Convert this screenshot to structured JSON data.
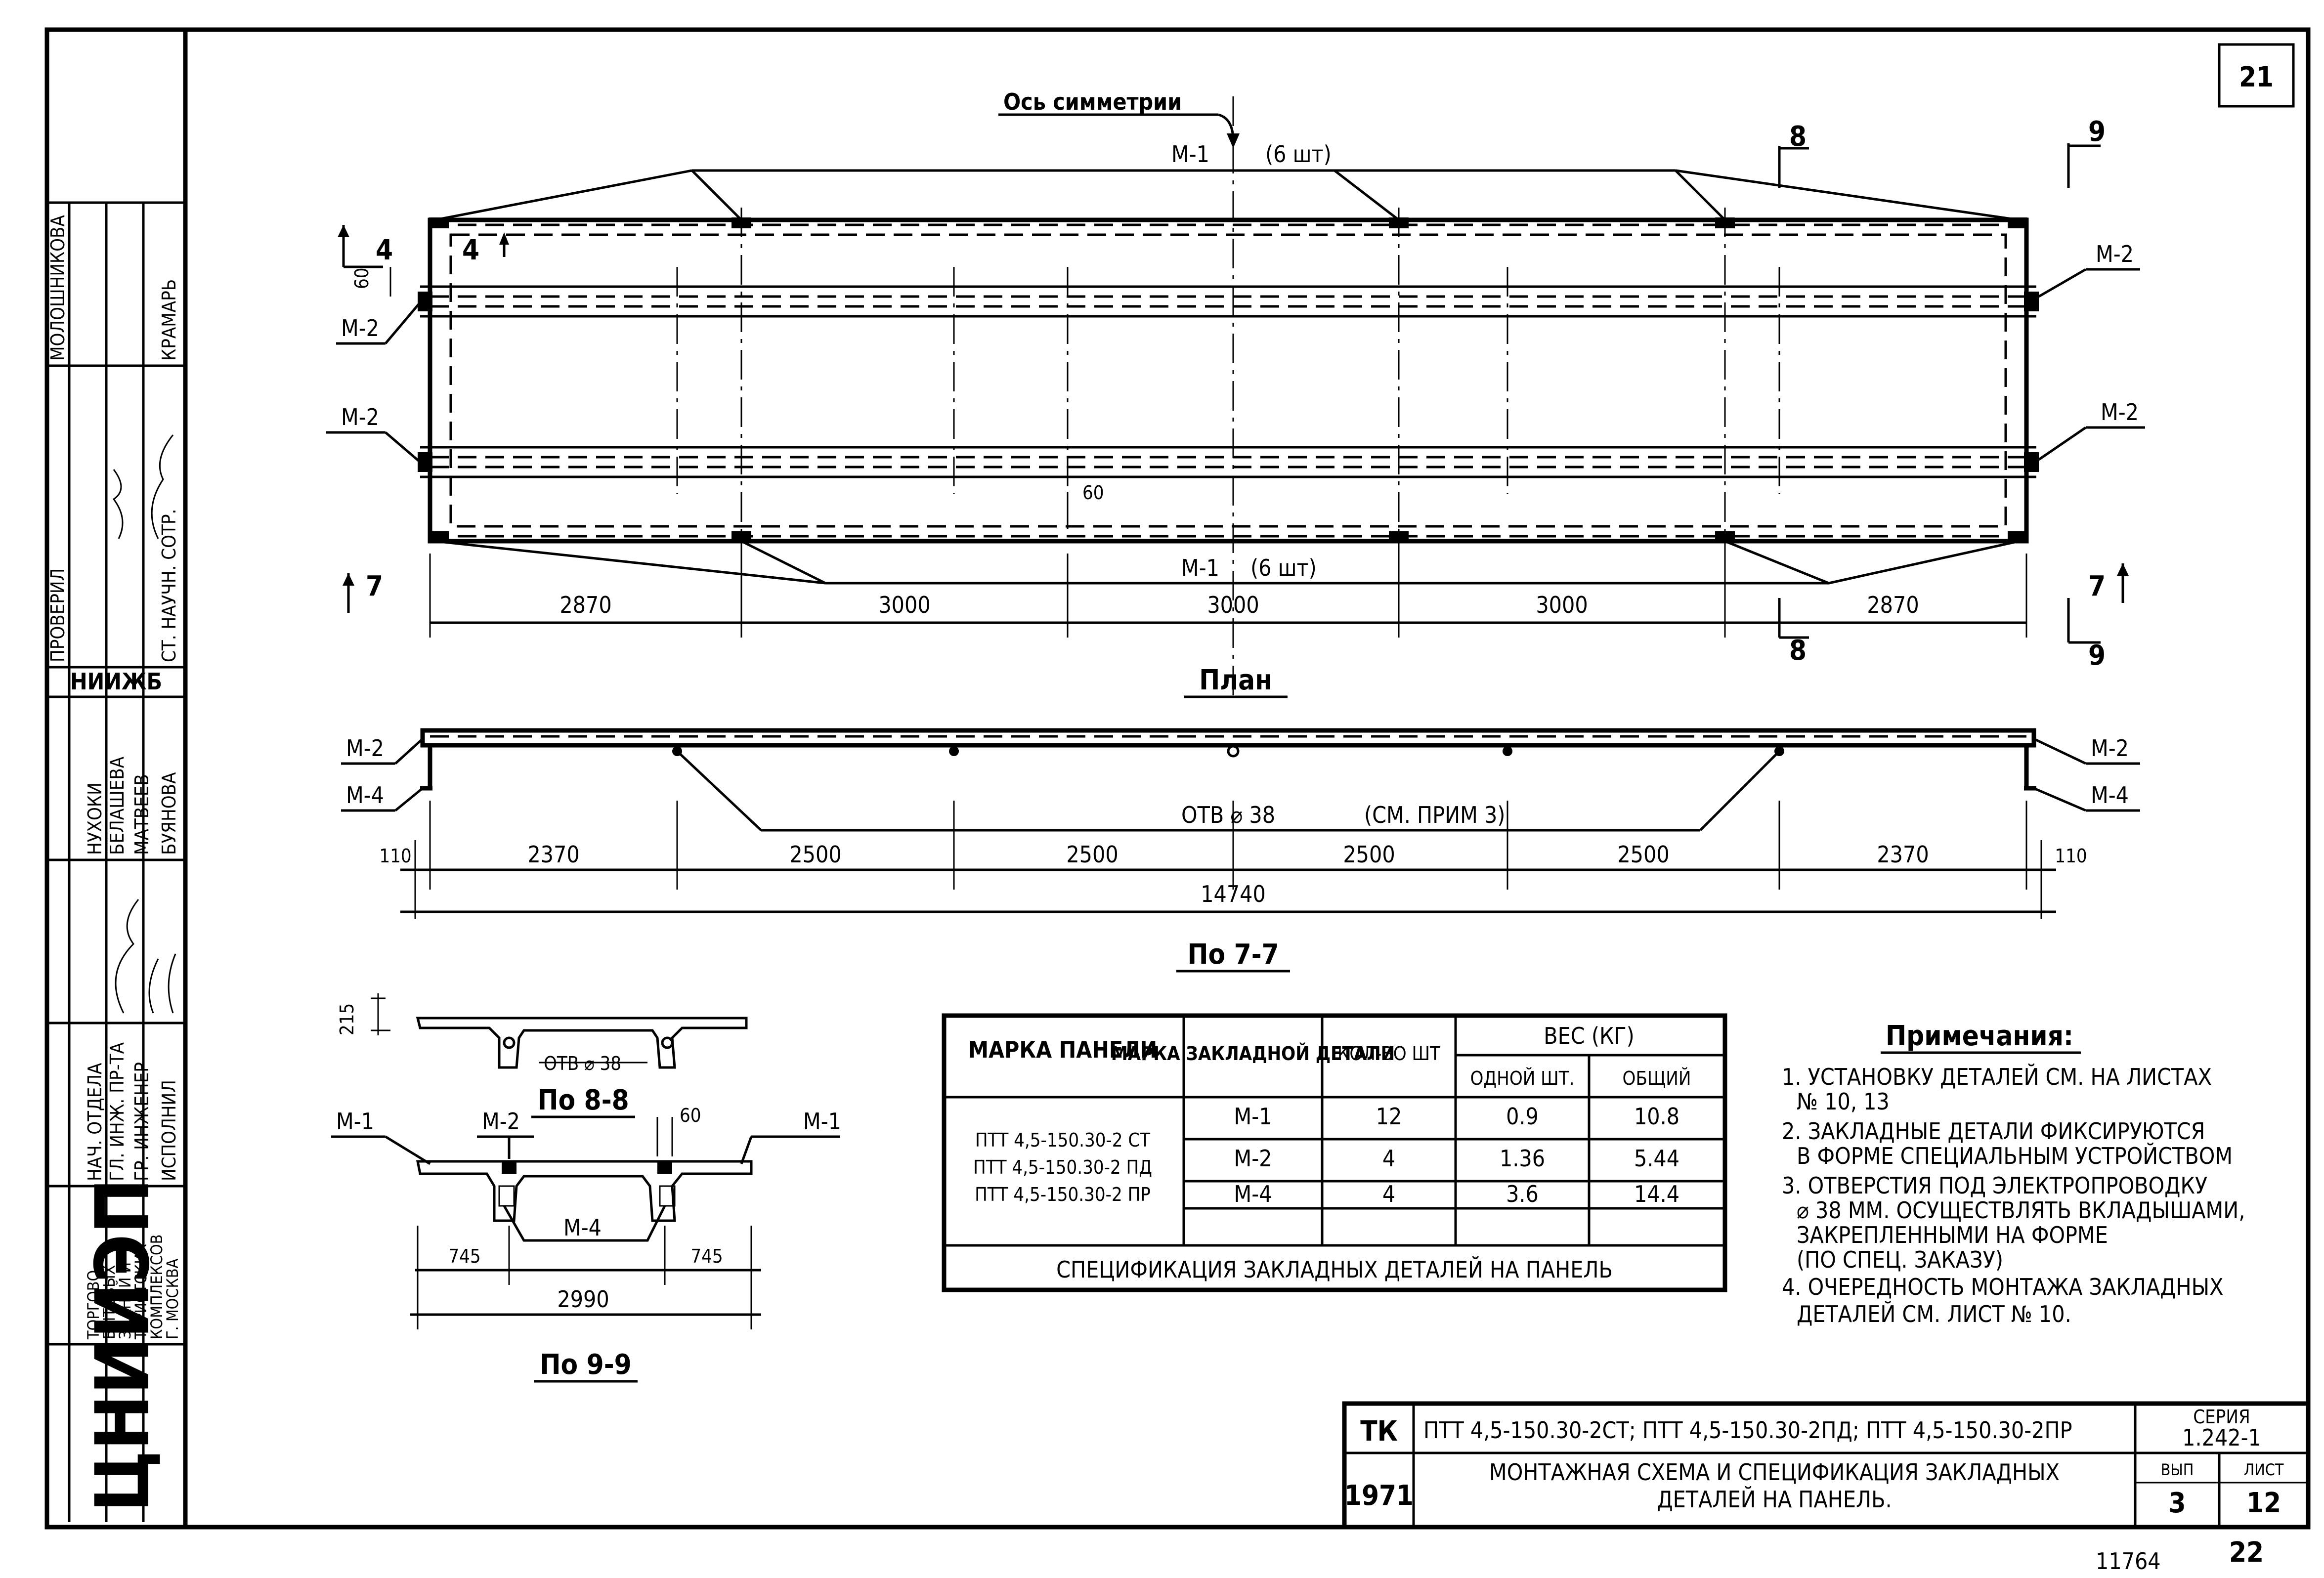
{
  "sheet": {
    "page_number": "21",
    "bottom_note_left": "11764",
    "bottom_note_right": "22"
  },
  "plan": {
    "title": "План",
    "symmetry_axis_label": "Ось симметрии",
    "m1_top_label": "М-1",
    "m1_top_count": "(6 шт)",
    "m1_bottom_label": "М-1",
    "m1_bottom_count": "(6 шт)",
    "m2_label": "М-2",
    "section_4": "4",
    "section_7": "7",
    "section_8": "8",
    "section_9": "9",
    "dim_60_left": "60",
    "dim_60_center": "60",
    "dims": [
      "2870",
      "3000",
      "3000",
      "3000",
      "2870"
    ]
  },
  "section_77": {
    "title": "По 7-7",
    "m2_label": "М-2",
    "m4_label": "М-4",
    "hole_note": "ОТВ ⌀ 38",
    "hole_ref": "(СМ. ПРИМ 3)",
    "dims": [
      "110",
      "2370",
      "2500",
      "2500",
      "2500",
      "2500",
      "2370",
      "110"
    ],
    "total": "14740"
  },
  "section_88": {
    "title": "По 8-8",
    "dim": "215",
    "hole_note": "ОТВ ⌀ 38"
  },
  "section_99": {
    "title": "По 9-9",
    "m1_label": "М-1",
    "m2_label": "М-2",
    "m4_label": "М-4",
    "dim_60": "60",
    "dim_left": "745",
    "dim_right": "745",
    "total": "2990"
  },
  "spec_table": {
    "headers": {
      "panel_mark": "МАРКА ПАНЕЛИ",
      "part_mark": "МАРКА ЗАКЛАДНОЙ ДЕТАЛИ",
      "qty": "КОЛ-ВО ШТ",
      "weight": "ВЕС (КГ)",
      "weight_one": "ОДНОЙ ШТ.",
      "weight_total": "ОБЩИЙ"
    },
    "panels": [
      "ПТТ 4,5-150.30-2 СТ",
      "ПТТ 4,5-150.30-2 ПД",
      "ПТТ 4,5-150.30-2 ПР"
    ],
    "rows": [
      {
        "part": "М-1",
        "qty": "12",
        "one": "0.9",
        "total": "10.8"
      },
      {
        "part": "М-2",
        "qty": "4",
        "one": "1.36",
        "total": "5.44"
      },
      {
        "part": "М-4",
        "qty": "4",
        "one": "3.6",
        "total": "14.4"
      }
    ],
    "caption": "СПЕЦИФИКАЦИЯ ЗАКЛАДНЫХ ДЕТАЛЕЙ НА ПАНЕЛЬ"
  },
  "notes": {
    "title": "Примечания:",
    "lines": [
      "1. УСТАНОВКУ ДЕТАЛЕЙ СМ. НА ЛИСТАХ",
      "№ 10, 13",
      "2. ЗАКЛАДНЫЕ ДЕТАЛИ ФИКСИРУЮТСЯ",
      "В ФОРМЕ СПЕЦИАЛЬНЫМ УСТРОЙСТВОМ",
      "3. ОТВЕРСТИЯ ПОД ЭЛЕКТРОПРОВОДКУ",
      "⌀ 38 ММ. ОСУЩЕСТВЛЯТЬ ВКЛАДЫШАМИ,",
      "ЗАКРЕПЛЕННЫМИ НА ФОРМЕ",
      "(ПО СПЕЦ. ЗАКАЗУ)",
      "4. ОЧЕРЕДНОСТЬ МОНТАЖА ЗАКЛАДНЫХ",
      "ДЕТАЛЕЙ СМ. ЛИСТ № 10."
    ]
  },
  "title_block": {
    "tk": "ТК",
    "year": "1971",
    "panels": "ПТТ 4,5-150.30-2СТ; ПТТ 4,5-150.30-2ПД; ПТТ 4,5-150.30-2ПР",
    "title_line1": "МОНТАЖНАЯ СХЕМА И СПЕЦИФИКАЦИЯ ЗАКЛАДНЫХ",
    "title_line2": "ДЕТАЛЕЙ НА ПАНЕЛЬ.",
    "series_label": "СЕРИЯ",
    "series": "1.242-1",
    "issue_label": "ВЫП",
    "issue": "3",
    "sheet_label": "ЛИСТ",
    "sheet": "12"
  },
  "side_stamp": {
    "org_logo": "ЦНИИЭП",
    "org_desc": [
      "ТОРГОВО-",
      "БЫТОВЫХ",
      "ЗДАНИЙ И",
      "ТУРИСТСКИХ",
      "КОМПЛЕКСОВ",
      "Г. МОСКВА"
    ],
    "roles": [
      "НАЧ. ОТДЕЛА",
      "ГЛ. ИНЖ. ПР-ТА",
      "ГР. ИНЖЕНЕР",
      "ИСПОЛНИЛ"
    ],
    "names": [
      "НУХОКИ",
      "БЕЛАШЕВА",
      "МАТВЕЕВ",
      "БУЯНОВА"
    ],
    "niizhb": "НИИЖБ",
    "checked": "ПРОВЕРИЛ",
    "sr_role": "СТ. НАУЧН. СОТР.",
    "sr_name": "КРАМАРЬ",
    "top_name": "МОЛОШНИКОВА"
  }
}
